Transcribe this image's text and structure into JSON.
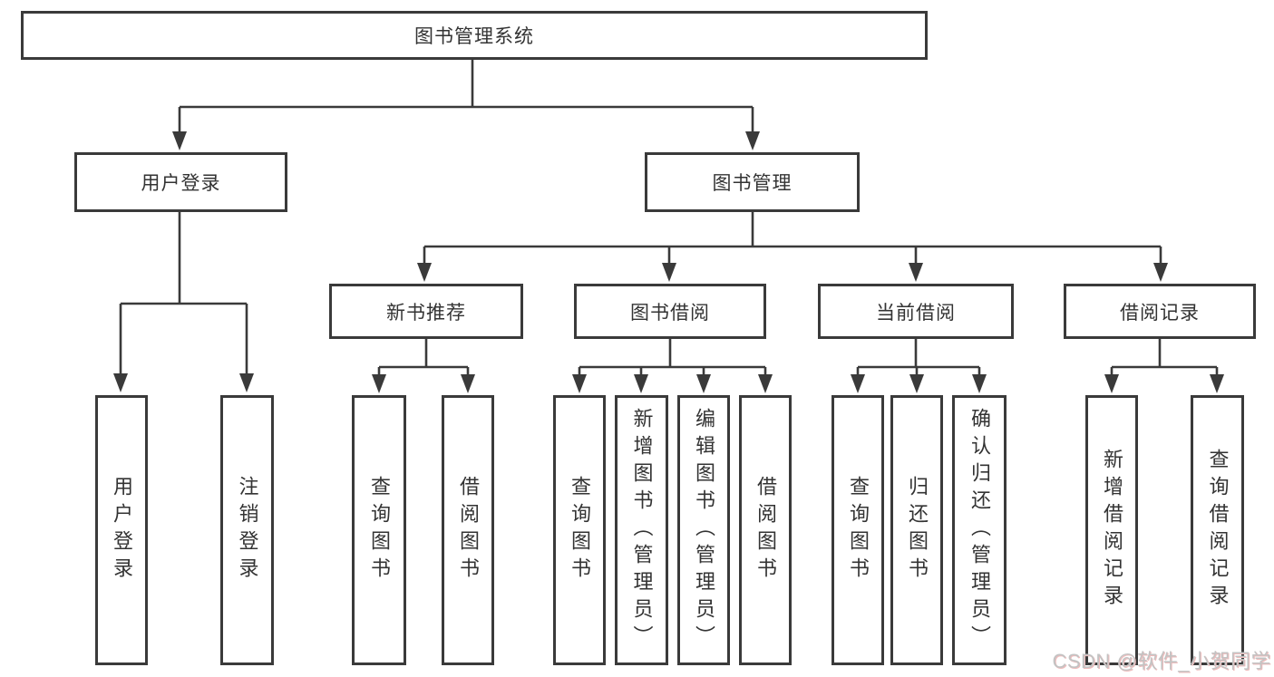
{
  "diagram": {
    "root": "图书管理系统",
    "branches": [
      {
        "label": "用户登录",
        "children": [
          "用户登录",
          "注销登录"
        ]
      },
      {
        "label": "图书管理",
        "sections": [
          {
            "label": "新书推荐",
            "children": [
              "查询图书",
              "借阅图书"
            ]
          },
          {
            "label": "图书借阅",
            "children": [
              "查询图书",
              "新增图书（管理员）",
              "编辑图书（管理员）",
              "借阅图书"
            ]
          },
          {
            "label": "当前借阅",
            "children": [
              "查询图书",
              "归还图书",
              "确认归还（管理员）"
            ]
          },
          {
            "label": "借阅记录",
            "children": [
              "新增借阅记录",
              "查询借阅记录"
            ]
          }
        ]
      }
    ]
  },
  "watermark": "CSDN @软件_小贺同学",
  "colors": {
    "line": "#3a3a3a",
    "box_border": "#3a3a3a",
    "text": "#333333",
    "box_background": "#ffffff",
    "page_background": "#ffffff",
    "watermark_gray": "#c3c3c3",
    "watermark_red_shadow": "#eebcbc"
  }
}
